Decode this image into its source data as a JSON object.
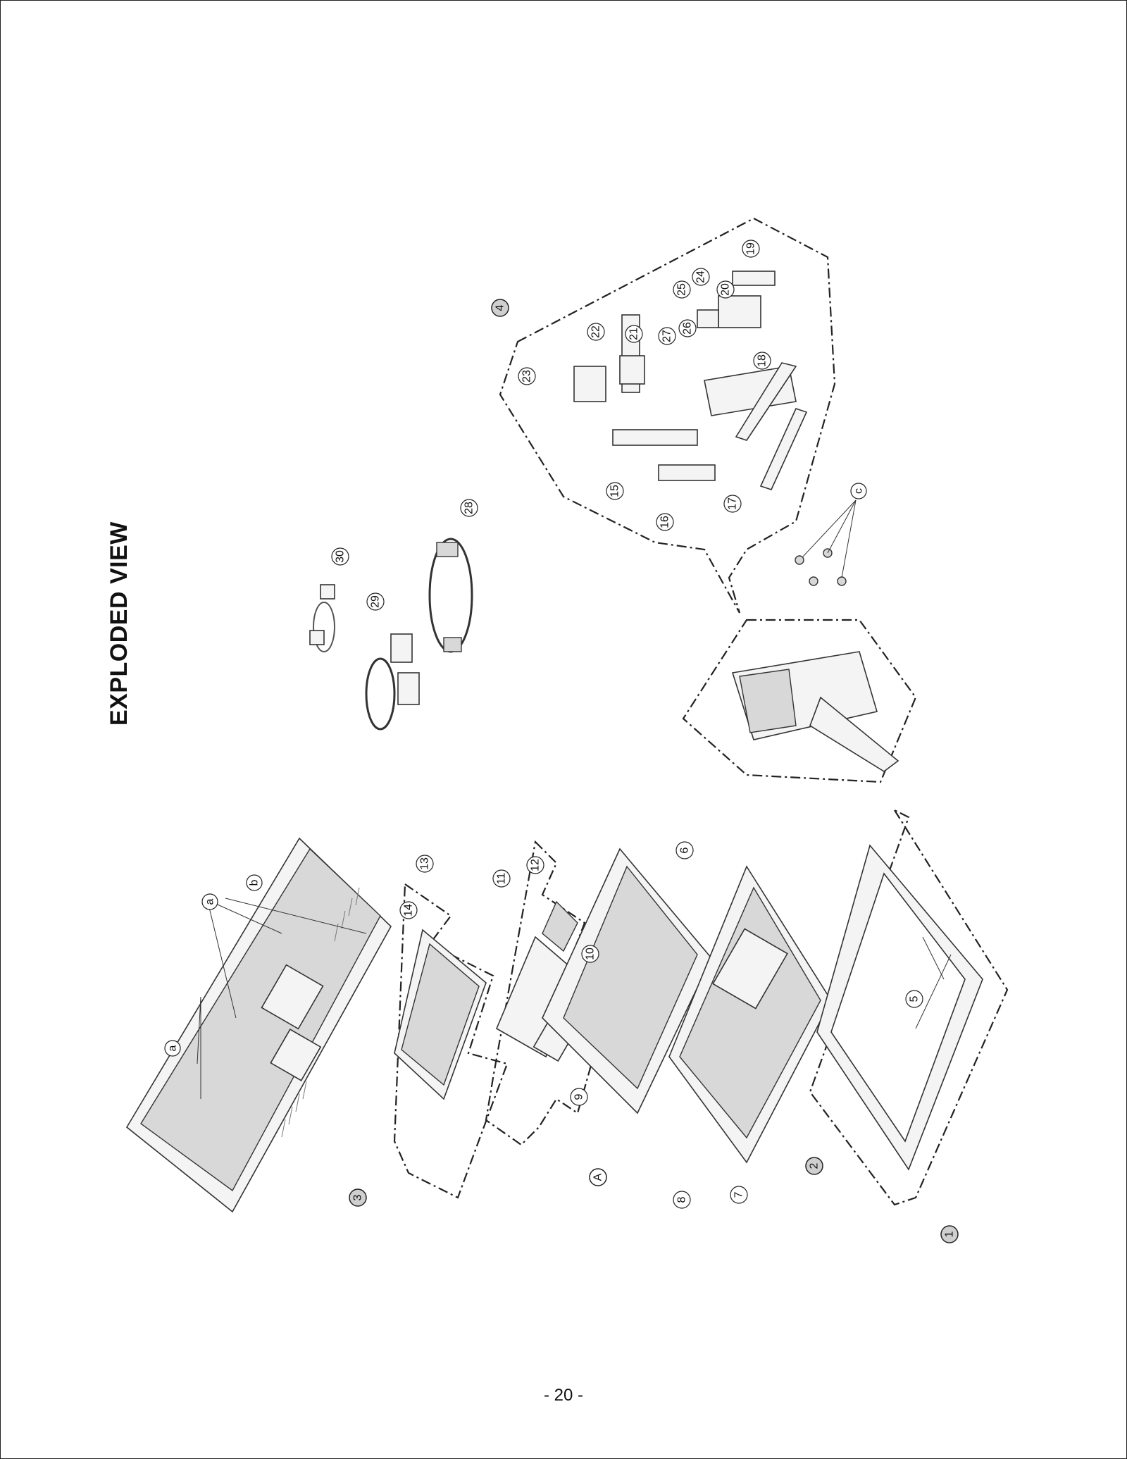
{
  "page": {
    "title": "EXPLODED VIEW",
    "page_number": "- 20 -"
  },
  "assemblies": [
    {
      "label": "1",
      "filled": true
    },
    {
      "label": "2",
      "filled": true
    },
    {
      "label": "3",
      "filled": true
    },
    {
      "label": "4",
      "filled": true
    },
    {
      "label": "A",
      "filled": false
    }
  ],
  "part_labels": [
    "5",
    "6",
    "7",
    "8",
    "9",
    "10",
    "11",
    "12",
    "13",
    "14",
    "15",
    "16",
    "17",
    "18",
    "19",
    "20",
    "21",
    "22",
    "23",
    "24",
    "25",
    "26",
    "27",
    "28",
    "29",
    "30"
  ],
  "screw_labels": [
    "a",
    "a",
    "b",
    "c"
  ]
}
